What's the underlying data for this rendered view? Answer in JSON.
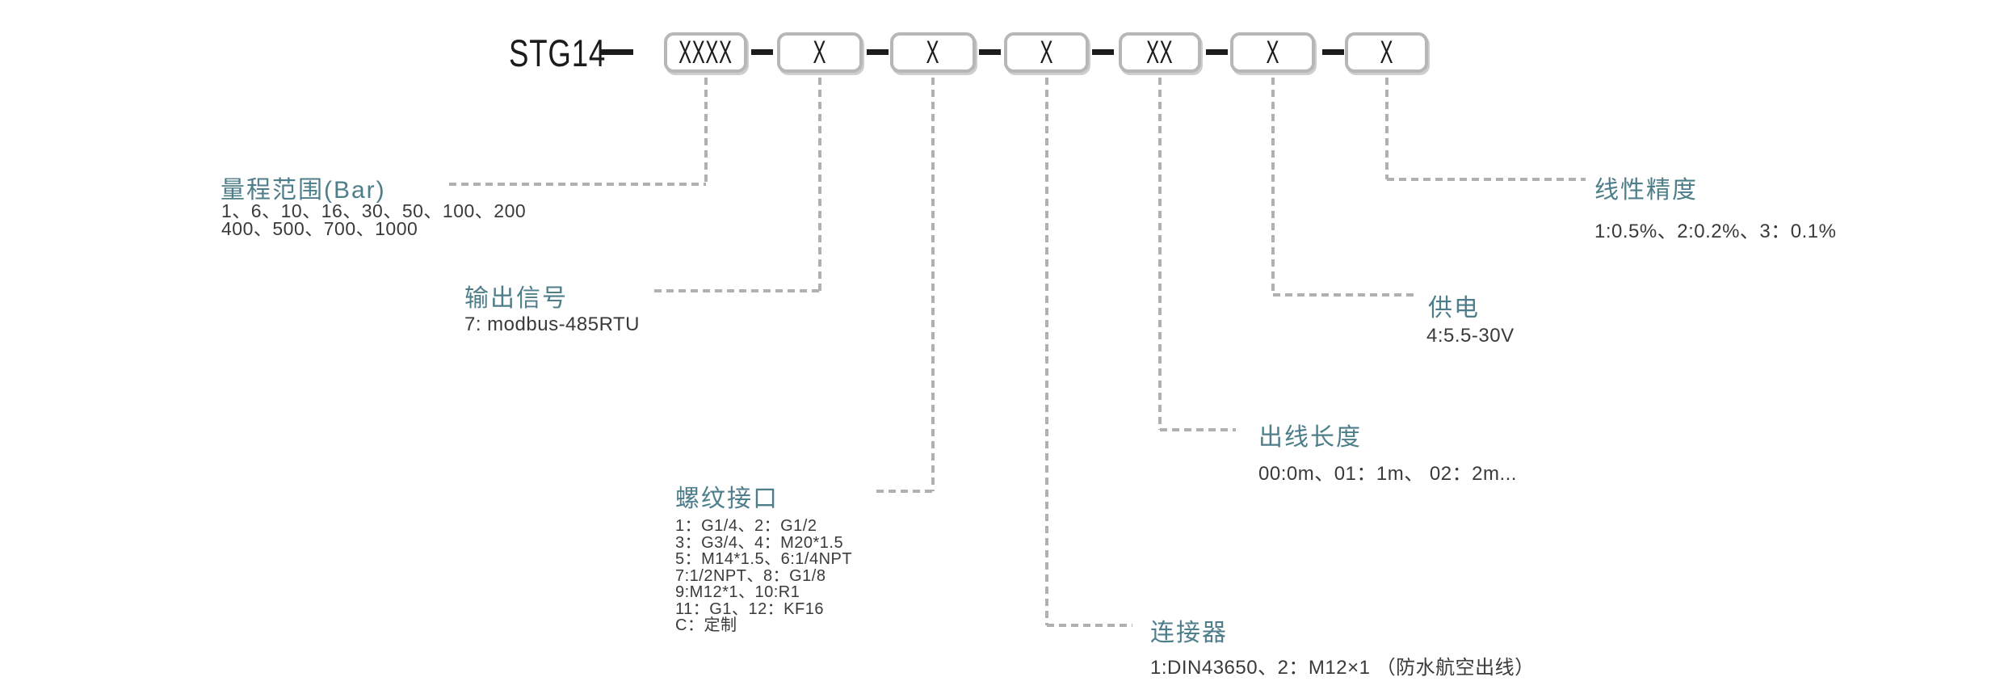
{
  "colors": {
    "accent": "#4d7e8a",
    "text": "#3a3a3a",
    "line_gray": "#b0b0b0",
    "box_border": "#b7b7b7",
    "dash_black": "#1c1c1c"
  },
  "code": {
    "prefix": "STG14",
    "boxes": [
      "XXXX",
      "X",
      "X",
      "X",
      "XX",
      "X",
      "X"
    ]
  },
  "fields": {
    "range": {
      "label": "量程范围(Bar)",
      "lines": [
        "1、6、10、16、30、50、100、200",
        "400、500、700、1000"
      ]
    },
    "output": {
      "label": "输出信号",
      "value": "7: modbus-485RTU"
    },
    "thread": {
      "label": "螺纹接口",
      "lines": [
        "1：G1/4、2：G1/2",
        "3：G3/4、4：M20*1.5",
        "5：M14*1.5、6:1/4NPT",
        "7:1/2NPT、8：G1/8",
        "9:M12*1、10:R1",
        "11：G1、12：KF16",
        "C：定制"
      ]
    },
    "connector": {
      "label": "连接器",
      "value": "1:DIN43650、2：M12×1 （防水航空出线）"
    },
    "cable": {
      "label": "出线长度",
      "value": "00:0m、01：1m、 02：2m..."
    },
    "power": {
      "label": "供电",
      "value": "4:5.5-30V"
    },
    "accuracy": {
      "label": "线性精度",
      "value": "1:0.5%、2:0.2%、3：0.1%"
    }
  }
}
